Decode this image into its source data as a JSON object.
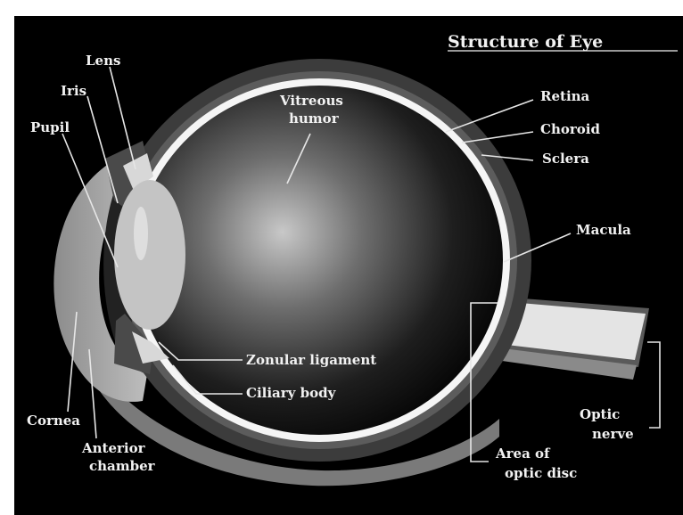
{
  "title": "Structure of Eye",
  "labels": {
    "lens": "Lens",
    "iris": "Iris",
    "pupil": "Pupil",
    "vitreous_1": "Vitreous",
    "vitreous_2": "humor",
    "retina": "Retina",
    "choroid": "Choroid",
    "sclera": "Sclera",
    "macula": "Macula",
    "zonular": "Zonular ligament",
    "ciliary": "Ciliary body",
    "cornea": "Cornea",
    "anterior_1": "Anterior",
    "anterior_2": "chamber",
    "optic_1": "Optic",
    "optic_2": "nerve",
    "disc_1": "Area of",
    "disc_2": "optic disc"
  },
  "colors": {
    "background": "#000000",
    "sclera": "#3c3c3c",
    "retina": "#f5f5f5",
    "lens": "#c4c4c4",
    "cornea": "#a0a0a0",
    "text": "#f2f2f2"
  }
}
